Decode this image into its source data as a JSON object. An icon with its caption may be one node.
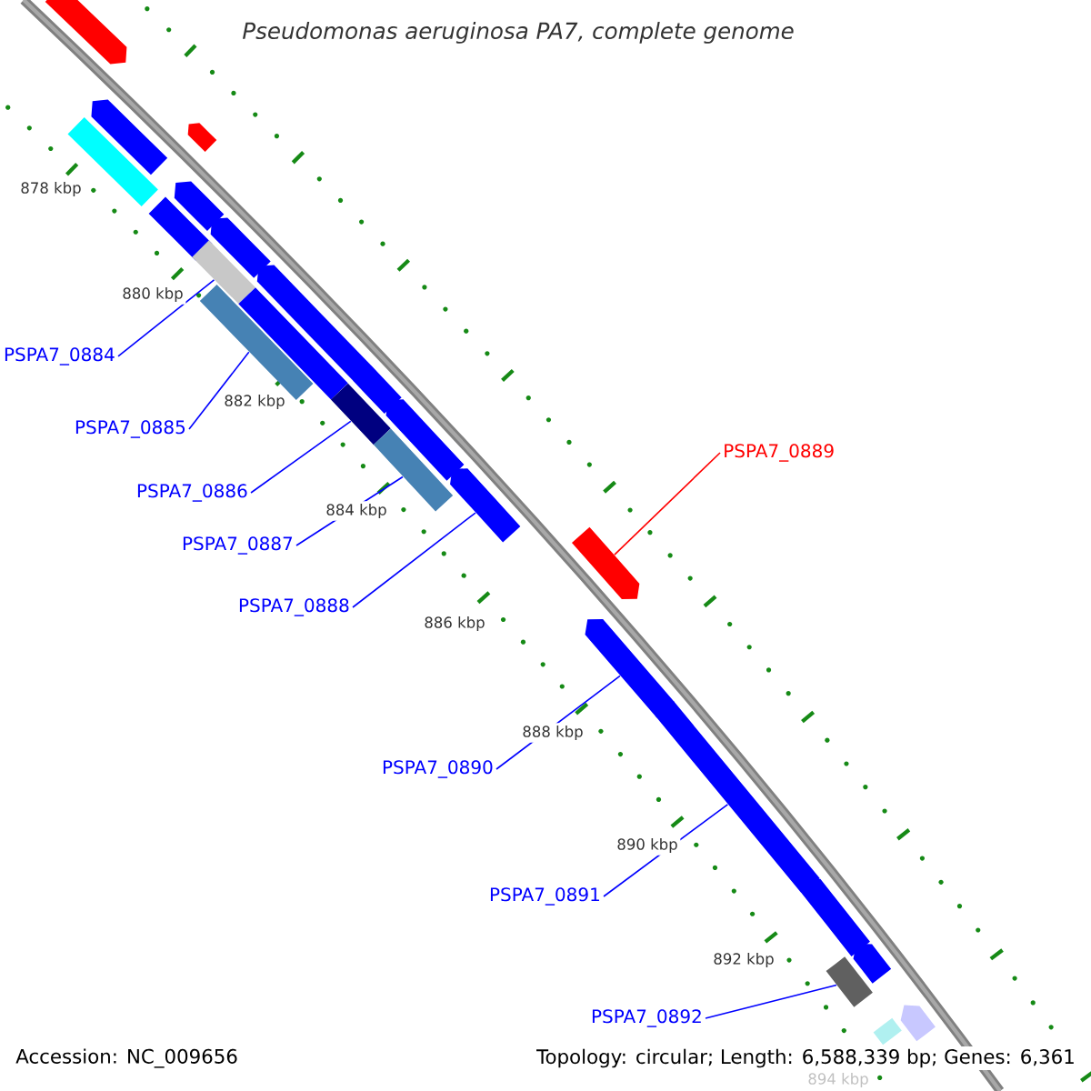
{
  "diagram": {
    "title": "Pseudomonas aeruginosa PA7, complete genome",
    "nodes": [
      {
        "text": [
          "PSPA7_0884"
        ]
      },
      {
        "text": [
          "PSPA7_0885"
        ]
      },
      {
        "text": [
          "PSPA7_0886"
        ]
      },
      {
        "text": [
          "PSPA7_0887"
        ]
      },
      {
        "text": [
          "PSPA7_0888"
        ]
      },
      {
        "text": [
          "PSPA7_0889"
        ]
      },
      {
        "text": [
          "PSPA7_0890"
        ]
      },
      {
        "text": [
          "PSPA7_0891"
        ]
      },
      {
        "text": [
          "PSPA7_0892"
        ]
      },
      {
        "text": [],
        "shape": "bar"
      },
      {
        "text": [],
        "shape": "bar"
      },
      {
        "text": [],
        "shape": "bar"
      },
      {
        "text": [],
        "shape": "bar"
      },
      {
        "text": [],
        "shape": "bar"
      },
      {
        "text": [],
        "shape": "bar"
      },
      {
        "text": [],
        "shape": "bar"
      },
      {
        "text": [],
        "shape": "bar"
      },
      {
        "text": [],
        "shape": "bar"
      },
      {
        "text": [],
        "shape": "bar"
      },
      {
        "text": [],
        "shape": "bar"
      },
      {
        "text": [],
        "shape": "bar"
      },
      {
        "text": [],
        "shape": "bar"
      },
      {
        "text": [],
        "shape": "bar"
      },
      {
        "text": [],
        "shape": "bar"
      },
      {
        "text": [],
        "shape": "bar"
      },
      {
        "text": [],
        "shape": "bar"
      },
      {
        "text": [],
        "shape": "bar"
      },
      {
        "text": [],
        "shape": "bar"
      },
      {
        "text": [],
        "shape": "bar"
      },
      {
        "text": [],
        "shape": "bar"
      },
      {
        "text": [],
        "shape": "bar"
      },
      {
        "text": [],
        "shape": "bar"
      },
      {
        "text": [],
        "shape": "bar"
      }
    ],
    "edges": [
      {
        "from": 0,
        "to": 15,
        "arrow": "none"
      },
      {
        "from": 1,
        "to": 19,
        "arrow": "none"
      },
      {
        "from": 2,
        "to": 20,
        "arrow": "none"
      },
      {
        "from": 3,
        "to": 21,
        "arrow": "none"
      },
      {
        "from": 4,
        "to": 24,
        "arrow": "none"
      },
      {
        "from": 5,
        "to": 25,
        "arrow": "none",
        "color": "#ff0000"
      },
      {
        "from": 6,
        "to": 26,
        "arrow": "none"
      },
      {
        "from": 7,
        "to": 27,
        "arrow": "none"
      },
      {
        "from": 8,
        "to": 30,
        "arrow": "none"
      }
    ],
    "labels": [
      "878 kbp",
      "880 kbp",
      "882 kbp",
      "884 kbp",
      "886 kbp",
      "888 kbp",
      "890 kbp",
      "892 kbp",
      "894 kbp",
      "Accession: NC_009656",
      "Topology: circular; Length: 6,588,339 bp; Genes: 6,361"
    ]
  }
}
